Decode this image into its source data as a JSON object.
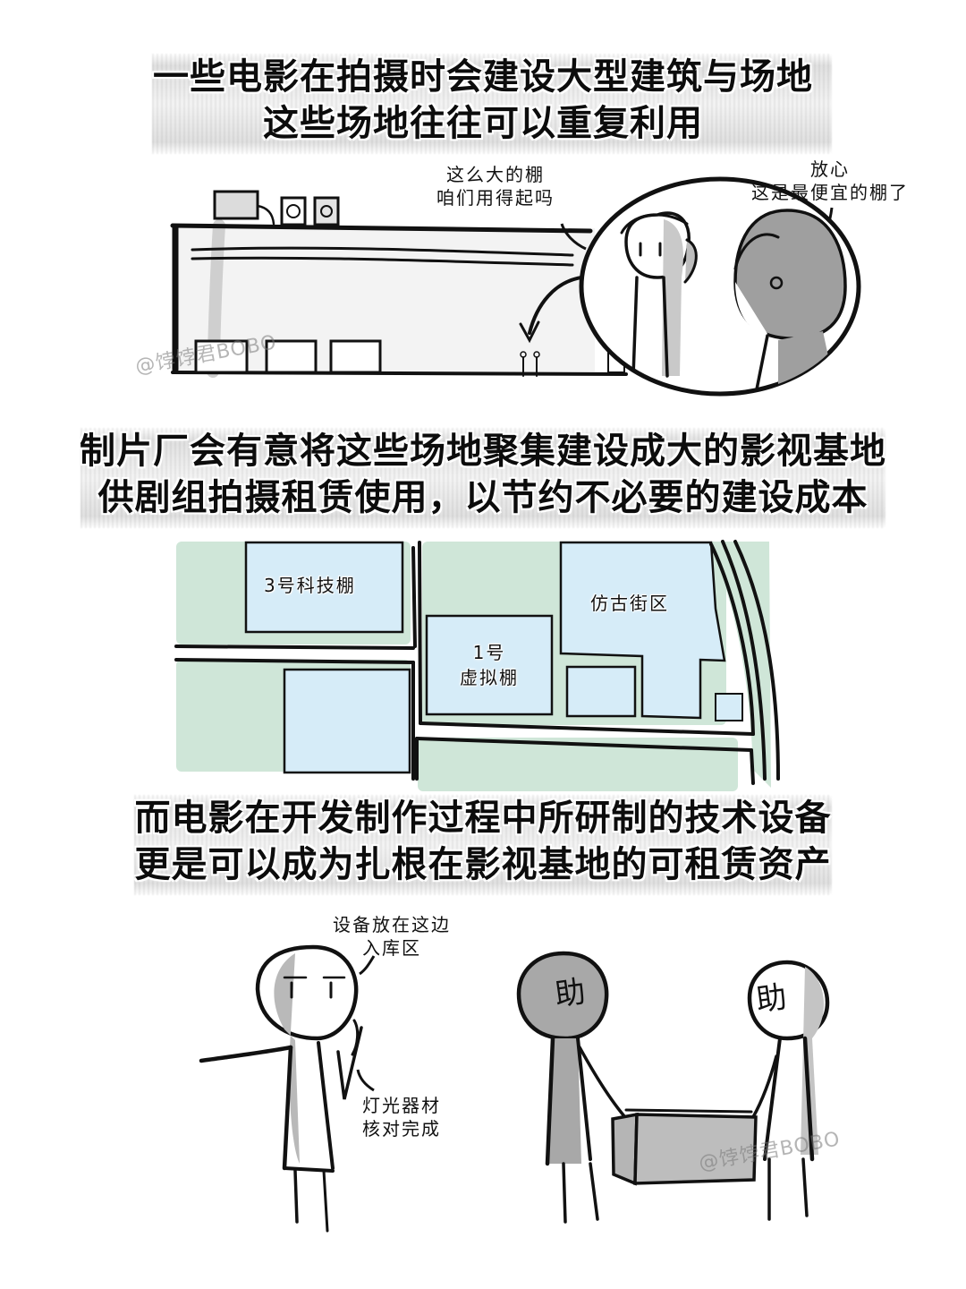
{
  "panel1": {
    "caption": {
      "line1": "一些电影在拍摄时会建设大型建筑与场地",
      "line2": "这些场地往往可以重复利用"
    },
    "speech_left": {
      "line1": "这么大的棚",
      "line2": "咱们用得起吗"
    },
    "speech_right": {
      "line1": "放心",
      "line2": "这是最便宜的棚了"
    },
    "watermark": "@饽饽君BOBO"
  },
  "panel2": {
    "caption": {
      "line1": "制片厂会有意将这些场地聚集建设成大的影视基地",
      "line2": "供剧组拍摄租赁使用，以节约不必要的建设成本"
    },
    "map": {
      "labels": [
        {
          "text": "3号科技棚"
        },
        {
          "line1": "1号",
          "line2": "虚拟棚"
        },
        {
          "text": "仿古街区"
        }
      ],
      "colors": {
        "green": "#cfe6d8",
        "blue": "#d6ecf8",
        "road": "#ffffff",
        "ink": "#111111"
      }
    }
  },
  "panel3": {
    "caption": {
      "line1": "而电影在开发制作过程中所研制的技术设备",
      "line2": "更是可以成为扎根在影视基地的可租赁资产"
    },
    "speech_top": {
      "line1": "设备放在这边",
      "line2": "入库区"
    },
    "speech_phone": {
      "line1": "灯光器材",
      "line2": "核对完成"
    },
    "helper_glyph": "助",
    "watermark": "@饽饽君BOBO"
  }
}
